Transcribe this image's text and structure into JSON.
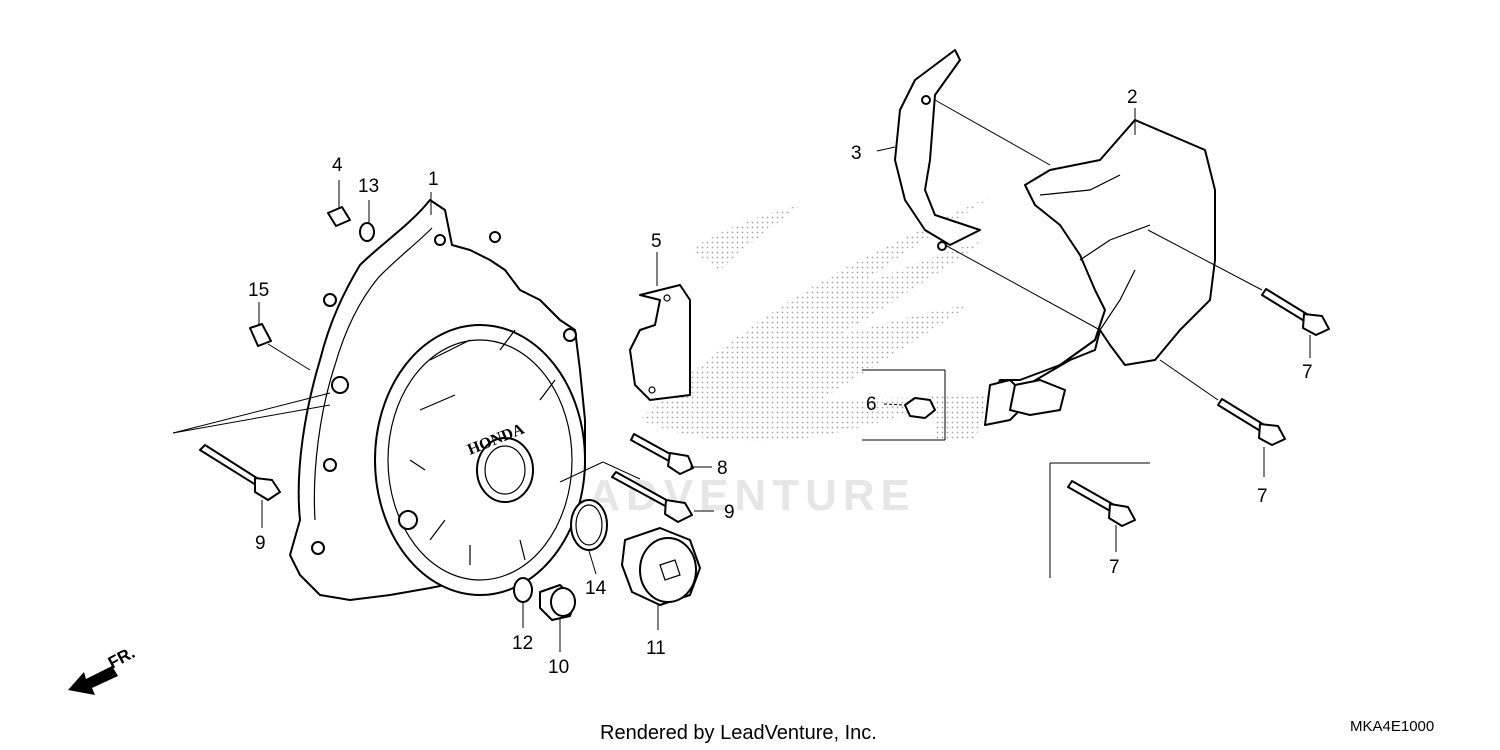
{
  "diagram": {
    "callouts": [
      {
        "id": "c1",
        "label": "1"
      },
      {
        "id": "c2",
        "label": "2"
      },
      {
        "id": "c3",
        "label": "3"
      },
      {
        "id": "c4",
        "label": "4"
      },
      {
        "id": "c5",
        "label": "5"
      },
      {
        "id": "c6",
        "label": "6"
      },
      {
        "id": "c7a",
        "label": "7"
      },
      {
        "id": "c7b",
        "label": "7"
      },
      {
        "id": "c7c",
        "label": "7"
      },
      {
        "id": "c8",
        "label": "8"
      },
      {
        "id": "c9a",
        "label": "9"
      },
      {
        "id": "c9b",
        "label": "9"
      },
      {
        "id": "c10",
        "label": "10"
      },
      {
        "id": "c11",
        "label": "11"
      },
      {
        "id": "c12",
        "label": "12"
      },
      {
        "id": "c13",
        "label": "13"
      },
      {
        "id": "c14",
        "label": "14"
      },
      {
        "id": "c15",
        "label": "15"
      }
    ],
    "cover_brand": "HONDA",
    "front_indicator": "FR.",
    "watermark": "LEADVENTURE",
    "footer": "Rendered by LeadVenture, Inc.",
    "diagram_code": "MKA4E1000"
  }
}
